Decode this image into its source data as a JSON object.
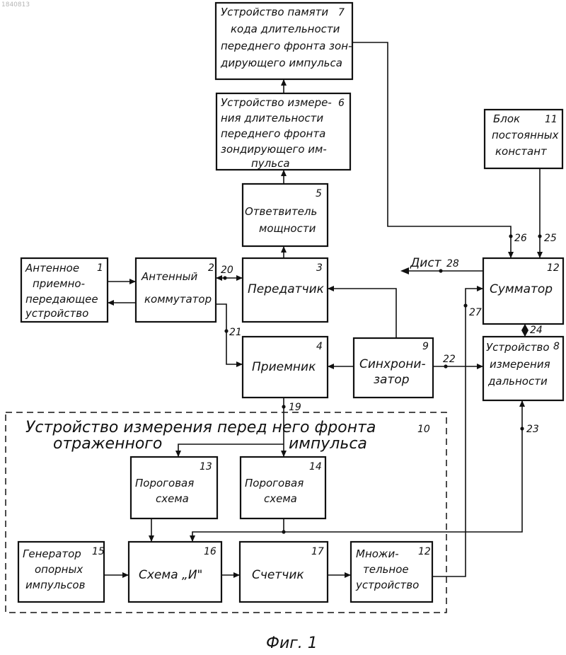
{
  "watermark": "1840813",
  "figure_caption": "Фиг. 1",
  "group_label": {
    "number": "10",
    "line1": "Устройство измерения перед него фронта",
    "line2a": "отраженного",
    "line2b": "импульса"
  },
  "blocks": {
    "b1": {
      "number": "1",
      "lines": [
        "Антенное",
        "приемно-",
        "передающее",
        "устройство"
      ]
    },
    "b2": {
      "number": "2",
      "lines": [
        "Антенный",
        "коммутатор"
      ]
    },
    "b3": {
      "number": "3",
      "lines": [
        "Передатчик"
      ]
    },
    "b4": {
      "number": "4",
      "lines": [
        "Приемник"
      ]
    },
    "b5": {
      "number": "5",
      "lines": [
        "Ответвитель",
        "мощности"
      ]
    },
    "b6": {
      "number": "6",
      "lines": [
        "Устройство измере-",
        "ния длительности",
        "переднего фронта",
        "зондирующего им-",
        "пульса"
      ]
    },
    "b7": {
      "number": "7",
      "lines": [
        "Устройство памяти",
        "кода длительности",
        "переднего фронта зон-",
        "дирующего импульса"
      ]
    },
    "b8": {
      "number": "8",
      "lines": [
        "Устройство",
        "измерения",
        "дальности"
      ]
    },
    "b9": {
      "number": "9",
      "lines": [
        "Синхрони-",
        "затор"
      ]
    },
    "b11": {
      "number": "11",
      "lines": [
        "Блок",
        "постоянных",
        "констант"
      ]
    },
    "b12": {
      "number": "12",
      "lines": [
        "Сумматор"
      ]
    },
    "b13": {
      "number": "13",
      "lines": [
        "Пороговая",
        "схема"
      ]
    },
    "b14": {
      "number": "14",
      "lines": [
        "Пороговая",
        "схема"
      ]
    },
    "b15": {
      "number": "15",
      "lines": [
        "Генератор",
        "опорных",
        "импульсов"
      ]
    },
    "b16": {
      "number": "16",
      "lines": [
        "Схема „И\""
      ]
    },
    "b17": {
      "number": "17",
      "lines": [
        "Счетчик"
      ]
    },
    "b18": {
      "number": "12",
      "lines": [
        "Множи-",
        "тельное",
        "устройство"
      ]
    }
  },
  "connections": {
    "c19": "19",
    "c20": "20",
    "c21": "21",
    "c22": "22",
    "c23": "23",
    "c24": "24",
    "c25": "25",
    "c26": "26",
    "c27": "27",
    "c28": "28"
  },
  "output_label": "Дист"
}
